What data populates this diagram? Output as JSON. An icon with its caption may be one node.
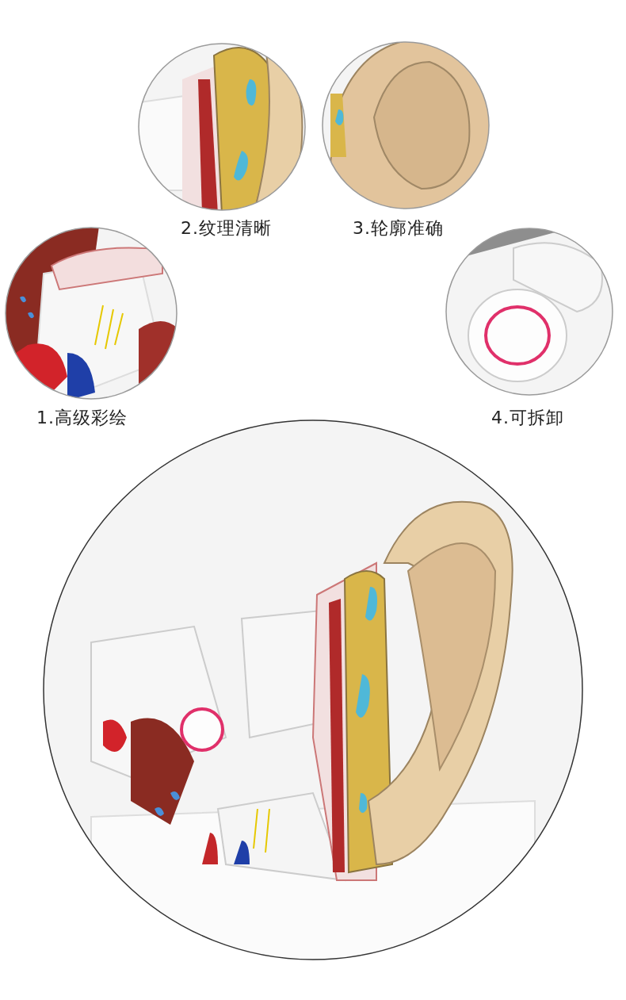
{
  "diagram": {
    "labels": [
      "2.纹理清晰",
      "3.轮廓准确",
      "1.高级彩绘",
      "4.可拆卸"
    ]
  }
}
